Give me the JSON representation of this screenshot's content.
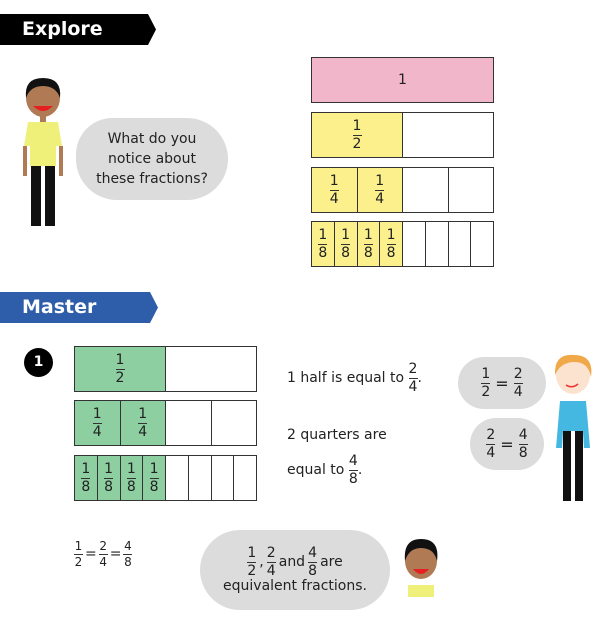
{
  "explore": {
    "title": "Explore",
    "bubble": "What do you notice about these fractions?",
    "bars": [
      {
        "label": "1",
        "parts": 1,
        "filled": 1,
        "num": "",
        "den": ""
      },
      {
        "parts": 2,
        "filled": 1,
        "num": "1",
        "den": "2"
      },
      {
        "parts": 4,
        "filled": 2,
        "num": "1",
        "den": "4"
      },
      {
        "parts": 8,
        "filled": 4,
        "num": "1",
        "den": "8"
      }
    ]
  },
  "master": {
    "title": "Master",
    "question_number": "1",
    "bars": [
      {
        "parts": 2,
        "filled": 1,
        "num": "1",
        "den": "2"
      },
      {
        "parts": 4,
        "filled": 2,
        "num": "1",
        "den": "4"
      },
      {
        "parts": 8,
        "filled": 4,
        "num": "1",
        "den": "8"
      }
    ],
    "statement1": {
      "text": "1 half is equal to",
      "num": "2",
      "den": "4",
      "end": "."
    },
    "statement2": {
      "line1": "2 quarters are",
      "text": "equal to",
      "num": "4",
      "den": "8",
      "end": "."
    },
    "bubble1": {
      "a_num": "1",
      "a_den": "2",
      "eq": "=",
      "b_num": "2",
      "b_den": "4"
    },
    "bubble2": {
      "a_num": "2",
      "a_den": "4",
      "eq": "=",
      "b_num": "4",
      "b_den": "8"
    },
    "equation": {
      "f1": [
        "1",
        "2"
      ],
      "f2": [
        "2",
        "4"
      ],
      "f3": [
        "4",
        "8"
      ],
      "eq": "="
    },
    "bubble3": {
      "f1": [
        "1",
        "2"
      ],
      "comma": ",",
      "f2": [
        "2",
        "4"
      ],
      "and": "and",
      "f3": [
        "4",
        "8"
      ],
      "are": "are",
      "line2": "equivalent fractions."
    }
  },
  "colors": {
    "pink": "#f2b6cb",
    "yellow": "#fbf08c",
    "green": "#8ecfa2",
    "blue": "#2e5ea9",
    "bubble": "#dcdcdd"
  }
}
